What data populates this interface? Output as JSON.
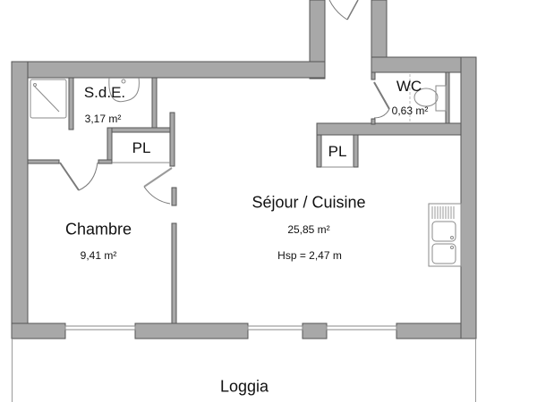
{
  "plan": {
    "rooms": [
      {
        "id": "sde",
        "name": "S.d.E.",
        "area": "3,17 m²"
      },
      {
        "id": "wc",
        "name": "WC",
        "area": "0,63 m²"
      },
      {
        "id": "pl1",
        "name": "PL"
      },
      {
        "id": "pl2",
        "name": "PL"
      },
      {
        "id": "chambre",
        "name": "Chambre",
        "area": "9,41 m²"
      },
      {
        "id": "sejour",
        "name": "Séjour / Cuisine",
        "area": "25,85 m²",
        "ceiling_height": "Hsp = 2,47 m"
      },
      {
        "id": "loggia",
        "name": "Loggia"
      }
    ],
    "colors": {
      "wall_fill": "#a8a8a8",
      "wall_stroke": "#555555",
      "fixture_stroke": "#8a8a8a",
      "background": "#ffffff"
    }
  }
}
